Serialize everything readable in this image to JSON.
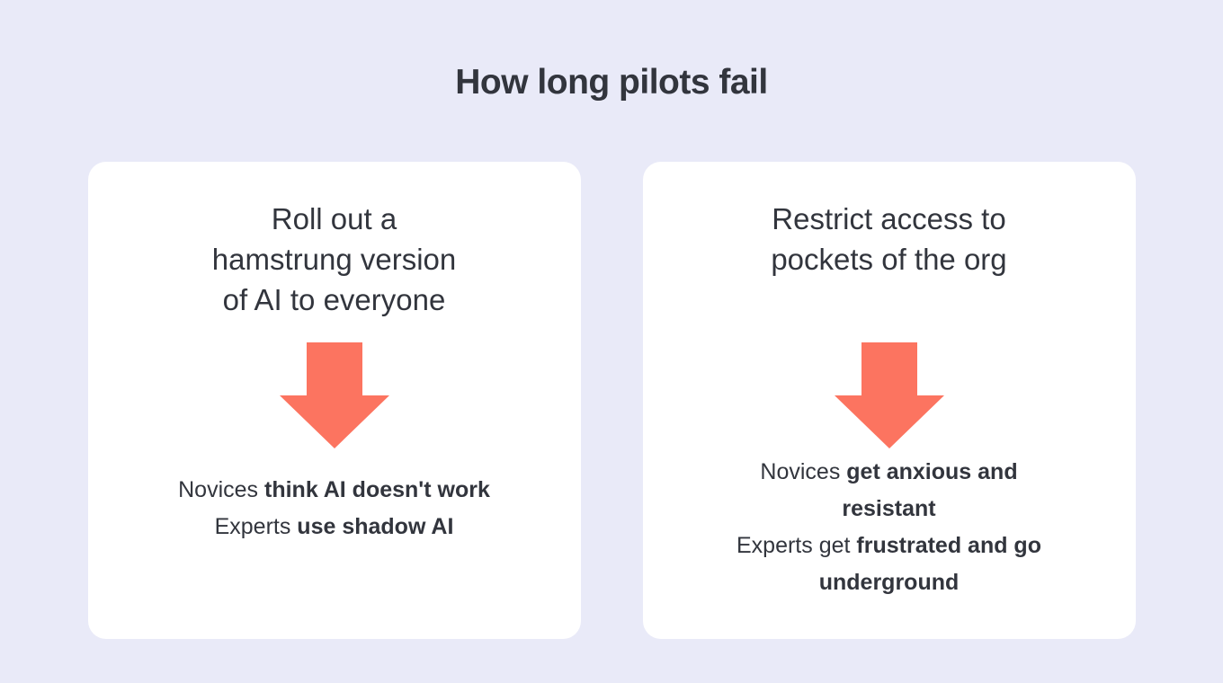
{
  "page": {
    "title": "How long pilots fail",
    "colors": {
      "background": "#e9eaf8",
      "card_background": "#ffffff",
      "text": "#32353d",
      "arrow": "#fc7460"
    }
  },
  "cards": [
    {
      "heading": "Roll out a\nhamstrung version\nof AI to everyone",
      "arrow_icon": "down-arrow",
      "caption_segments": [
        {
          "text": "Novices ",
          "bold": false
        },
        {
          "text": "think AI doesn't work",
          "bold": true
        },
        {
          "text": "\n",
          "bold": false
        },
        {
          "text": "Experts ",
          "bold": false
        },
        {
          "text": "use shadow AI",
          "bold": true
        }
      ]
    },
    {
      "heading": "Restrict access to\npockets of the org",
      "arrow_icon": "down-arrow",
      "caption_segments": [
        {
          "text": "Novices ",
          "bold": false
        },
        {
          "text": "get anxious and\nresistant",
          "bold": true
        },
        {
          "text": "\n",
          "bold": false
        },
        {
          "text": "Experts get ",
          "bold": false
        },
        {
          "text": "frustrated and go\nunderground",
          "bold": true
        }
      ]
    }
  ]
}
